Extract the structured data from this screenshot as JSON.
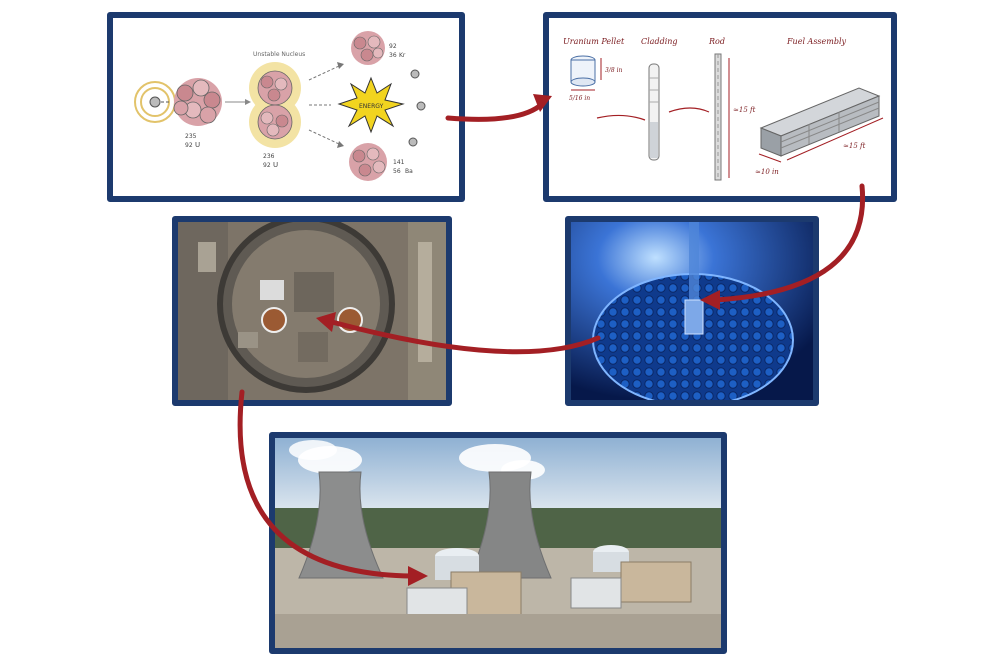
{
  "fission": {
    "unstable_label": "Unstable Nucleus",
    "u235_mass": "235",
    "u235_z": "92",
    "u235_sym": "U",
    "u236_mass": "236",
    "u236_z": "92",
    "u236_sym": "U",
    "kr_mass": "92",
    "kr_z": "36",
    "kr_sym": "Kr",
    "ba_mass": "141",
    "ba_z": "56",
    "ba_sym": "Ba",
    "energy_label": "ENERGY"
  },
  "fuel": {
    "pellet_label": "Uranium Pellet",
    "cladding_label": "Cladding",
    "rod_label": "Rod",
    "assembly_label": "Fuel Assembly",
    "pellet_height": "3/8 in",
    "pellet_width": "5/16 in",
    "rod_length": "≈15 ft",
    "assembly_length": "≈15 ft",
    "assembly_width": "≈10 in"
  },
  "colors": {
    "frame": "#1c3a6e",
    "arrow": "#a31f24",
    "energy": "#f2d41f"
  }
}
